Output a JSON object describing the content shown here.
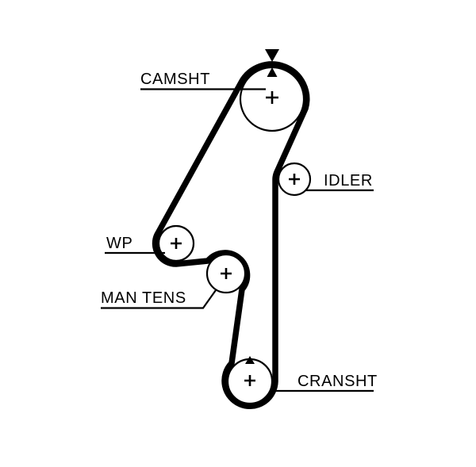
{
  "diagram": {
    "colors": {
      "line": "#000000",
      "background": "#ffffff"
    },
    "labels": {
      "camsht": "CAMSHT",
      "idler": "IDLER",
      "wp": "WP",
      "man_tens": "MAN TENS",
      "cransht": "CRANSHT"
    },
    "markers": {
      "camshaft_outer": "down-triangle",
      "camshaft_inner": "up-triangle",
      "crankshaft": "up-triangle"
    }
  }
}
